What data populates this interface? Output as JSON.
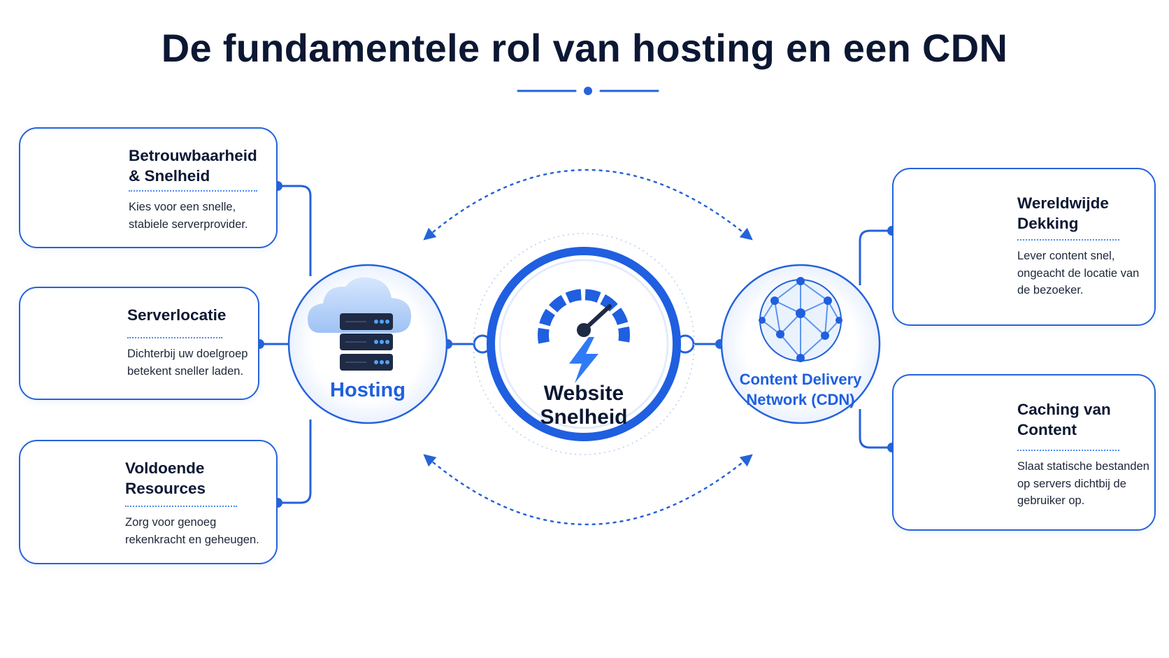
{
  "title": "De fundamentele rol van hosting en een CDN",
  "colors": {
    "accent": "#2563d9",
    "dark": "#0c1733",
    "light_fill": "#eef4fe"
  },
  "hubs": {
    "hosting": {
      "label": "Hosting",
      "icon": "cloud-server-icon"
    },
    "center": {
      "label": "Website\nSnelheid",
      "icon": "speedometer-icon"
    },
    "cdn": {
      "label": "Content Delivery\nNetwork (CDN)",
      "icon": "network-globe-icon"
    }
  },
  "left_cards": [
    {
      "title": "Betrouwbaarheid\n& Snelheid",
      "description": "Kies voor een snelle,\nstabiele serverprovider.",
      "icon": "shield-check-icon"
    },
    {
      "title": "Serverlocatie",
      "description": "Dichterbij uw doelgroep\nbetekent sneller laden.",
      "icon": "globe-pin-icon"
    },
    {
      "title": "Voldoende\nResources",
      "description": "Zorg voor genoeg\nrekenkracht en geheugen.",
      "icon": "cpu-chip-icon"
    }
  ],
  "right_cards": [
    {
      "title": "Wereldwijde\nDekking",
      "description": "Lever content snel,\nongeacht de locatie van\nde bezoeker.",
      "icon": "world-map-icon"
    },
    {
      "title": "Caching van\nContent",
      "description": "Slaat statische bestanden\nop servers dichtbij de\ngebruiker op.",
      "icon": "stacked-layers-icon"
    }
  ]
}
